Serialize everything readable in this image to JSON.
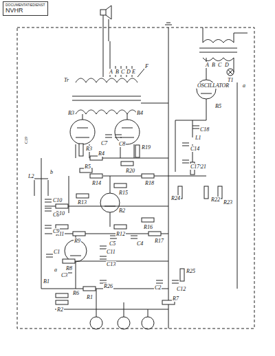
{
  "diagram": {
    "nodes": [
      {
        "text": [
          "DOCUMENTATIEDIENST",
          "NVHR"
        ]
      }
    ],
    "labels": [
      "B3",
      "B4",
      "B2",
      "B1",
      "B5",
      "Tr",
      "T1",
      "L1",
      "L2",
      "A",
      "B",
      "C",
      "D",
      "E",
      "F",
      "A",
      "B",
      "C",
      "D",
      "R1",
      "R2",
      "R3",
      "R4",
      "R5",
      "R6",
      "R7",
      "R8",
      "R9",
      "R10",
      "R11",
      "R12",
      "R13",
      "R14",
      "R15",
      "R16",
      "R17",
      "R18",
      "R19",
      "R20",
      "R21",
      "R22",
      "R23",
      "R24",
      "R25",
      "R26",
      "C1",
      "C2",
      "C3",
      "C4",
      "C5",
      "C6",
      "C7",
      "C8",
      "C9",
      "C10",
      "C11",
      "C12",
      "C13",
      "C14",
      "C17",
      "C18",
      "C19",
      "OSCILLATOR",
      "a",
      "b",
      "a",
      "b"
    ]
  }
}
